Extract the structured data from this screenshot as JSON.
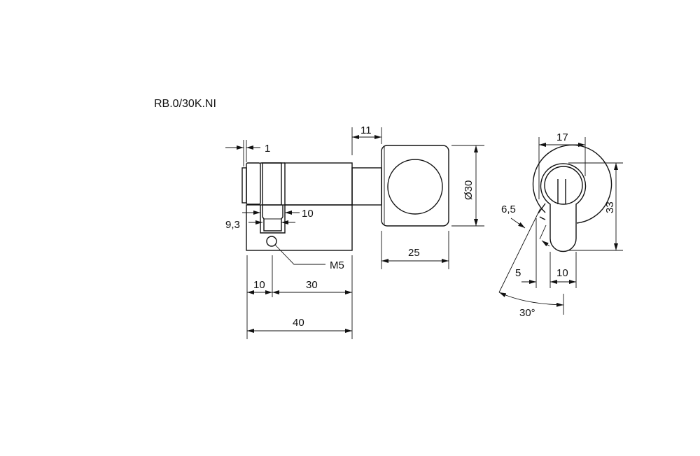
{
  "title": "RB.0/30K.NI",
  "dimensions": {
    "d1": "1",
    "d11": "11",
    "diameter": "Ø30",
    "d25": "25",
    "d10_cam": "10",
    "d9_3": "9,3",
    "m5": "M5",
    "d10": "10",
    "d30": "30",
    "d40": "40",
    "d17": "17",
    "d33": "33",
    "d6_5": "6,5",
    "d5": "5",
    "d10_profile": "10",
    "angle": "30°"
  }
}
